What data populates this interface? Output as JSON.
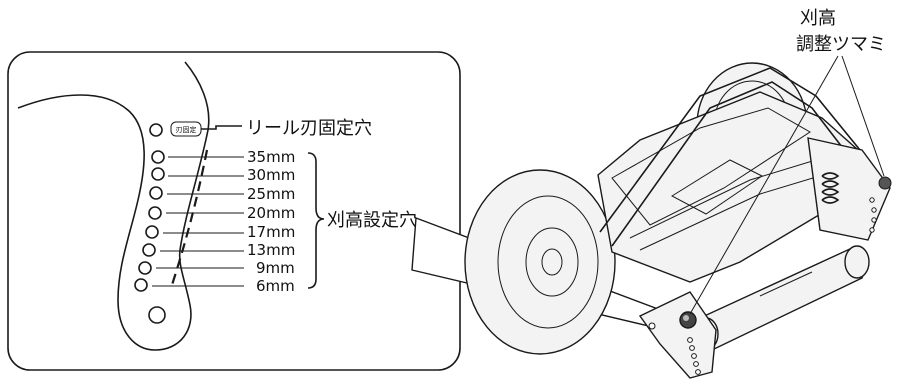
{
  "labels": {
    "reel_hole": "リール刃固定穴",
    "reel_tag": "刃固定",
    "cut_height_holes": "刈高設定穴",
    "knob_line1": "刈高",
    "knob_line2": "調整ツマミ"
  },
  "heights": [
    "35mm",
    "30mm",
    "25mm",
    "20mm",
    "17mm",
    "13mm",
    "9mm",
    "6mm"
  ]
}
